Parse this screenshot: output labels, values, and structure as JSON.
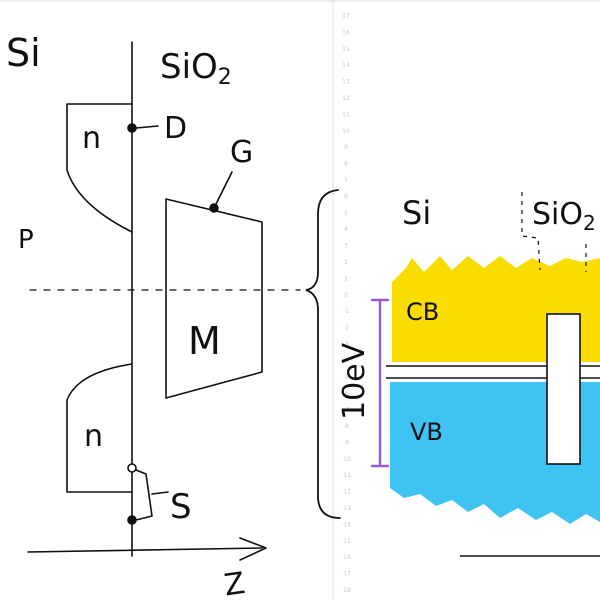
{
  "labels": {
    "si_left": "Si",
    "sio2_left": "SiO",
    "sio2_left_sub": "2",
    "n_top": "n",
    "n_bottom": "n",
    "p_region": "P",
    "drain": "D",
    "gate": "G",
    "metal": "M",
    "source": "S",
    "axis_z": "Z",
    "si_right": "Si",
    "sio2_right": "SiO",
    "sio2_right_sub": "2",
    "cb": "CB",
    "vb": "VB",
    "energy_scale": "10eV"
  },
  "page_tick_labels": [
    "17",
    "16",
    "15",
    "14",
    "13",
    "12",
    "11",
    "10",
    "9",
    "8",
    "7",
    "6",
    "5",
    "4",
    "3",
    "2",
    "1",
    "0",
    "-1",
    "-2",
    "-3",
    "-4",
    "-5",
    "-6",
    "-7",
    "-8",
    "-9",
    "-10",
    "-11",
    "-12",
    "-13",
    "-14",
    "-15",
    "-16",
    "-17",
    "-18"
  ],
  "colors": {
    "ink": "#111111",
    "conduction_band": "#f9dc00",
    "valence_band": "#3fc3f3",
    "energy_bar": "#9b59d6",
    "guide": "#d8d8d8",
    "tick_text": "#c8c8c8"
  }
}
